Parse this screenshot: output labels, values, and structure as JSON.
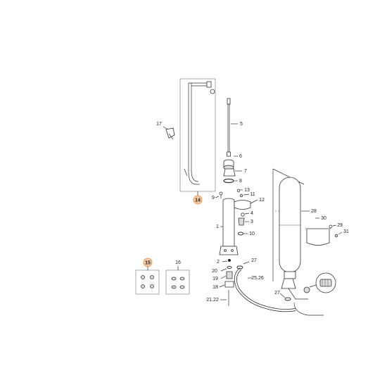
{
  "labels": {
    "p1": "1",
    "p2": "2",
    "p3": "3",
    "p4": "4",
    "p5": "5",
    "p6": "6",
    "p7": "7",
    "p8": "8",
    "p9": "9",
    "p10": "10",
    "p11": "11",
    "p12": "12",
    "p13": "13",
    "p14": "14",
    "p15": "15",
    "p16": "16",
    "p17": "17",
    "p18": "18",
    "p19": "19",
    "p20": "20",
    "p2122": "21,22",
    "p2526": "25,26",
    "p27a": "27",
    "p27b": "27",
    "p28": "28",
    "p29": "29",
    "p30": "30",
    "p31": "31"
  },
  "colors": {
    "highlight": "#f6c9a3",
    "highlight_border": "#e58a43",
    "line": "#333333"
  }
}
